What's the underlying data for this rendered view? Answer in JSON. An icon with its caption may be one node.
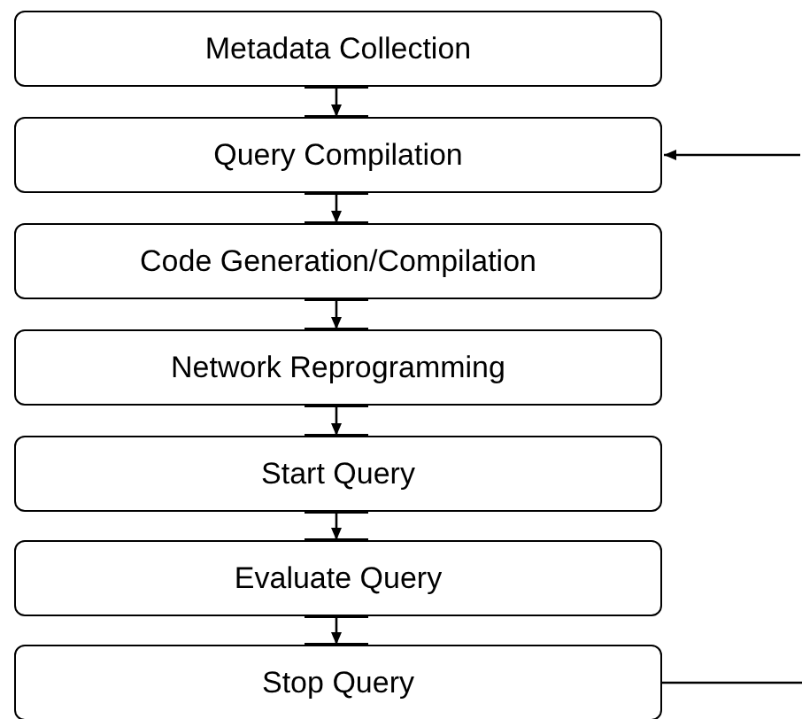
{
  "diagram": {
    "nodes": [
      {
        "text": [
          "Metadata Collection"
        ]
      },
      {
        "text": [
          "Query Compilation"
        ]
      },
      {
        "text": [
          "Code Generation/Compilation"
        ]
      },
      {
        "text": [
          "Network Reprogramming"
        ]
      },
      {
        "text": [
          "Start Query"
        ]
      },
      {
        "text": [
          "Evaluate Query"
        ]
      },
      {
        "text": [
          "Stop Query"
        ]
      }
    ],
    "edges": [
      {
        "from": 0,
        "to": 1,
        "arrow": "to"
      },
      {
        "from": 1,
        "to": 2,
        "arrow": "to"
      },
      {
        "from": 2,
        "to": 3,
        "arrow": "to"
      },
      {
        "from": 3,
        "to": 4,
        "arrow": "to"
      },
      {
        "from": 4,
        "to": 5,
        "arrow": "to"
      },
      {
        "from": 5,
        "to": 6,
        "arrow": "to"
      },
      {
        "from": null,
        "to": 1,
        "arrow": "to"
      },
      {
        "from": 6,
        "to": null,
        "arrow": "none"
      }
    ]
  }
}
